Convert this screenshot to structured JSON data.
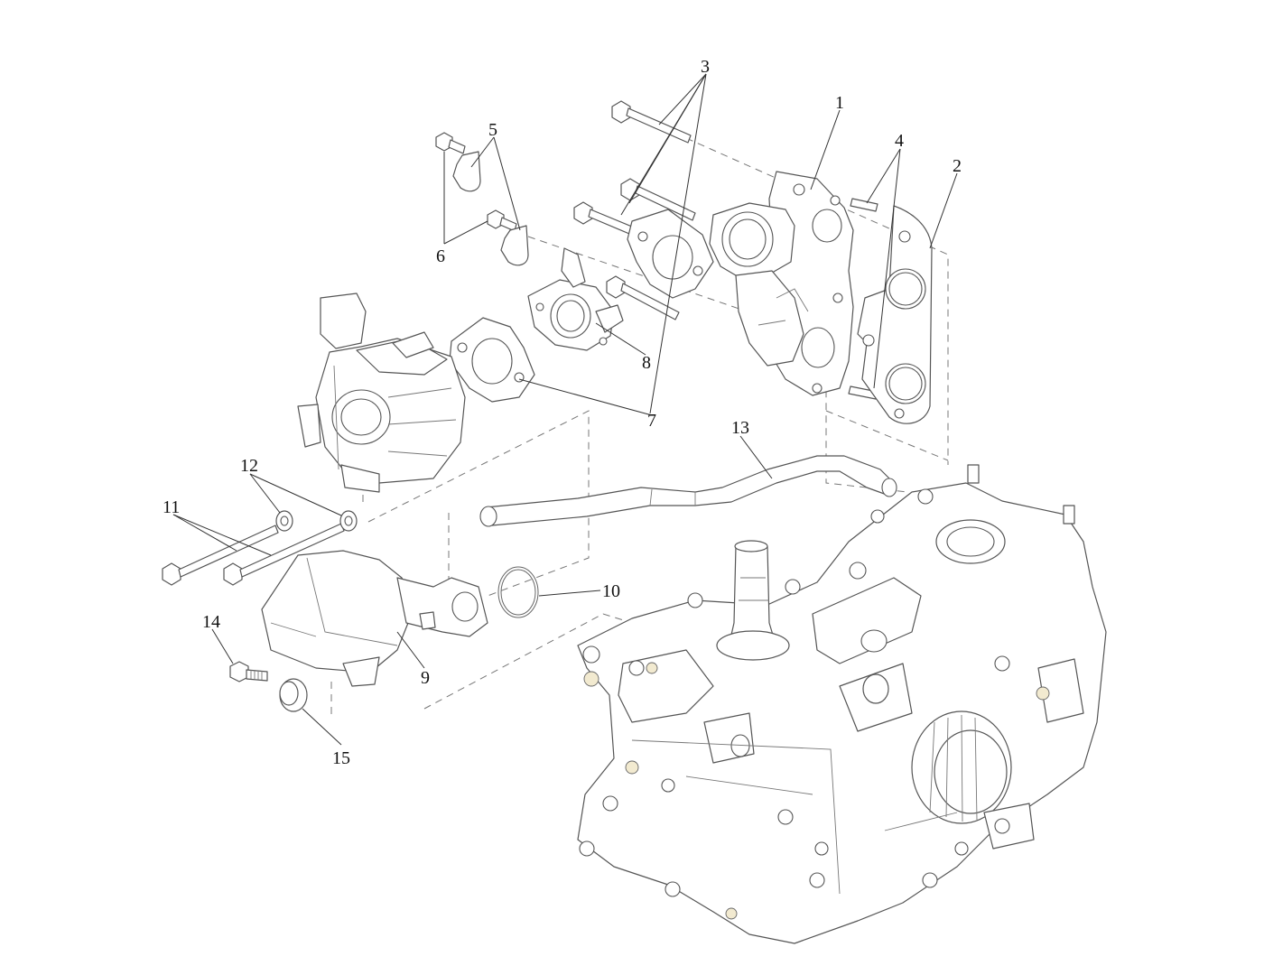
{
  "diagram": {
    "callouts": [
      {
        "id": "1",
        "label": "1"
      },
      {
        "id": "2",
        "label": "2"
      },
      {
        "id": "3",
        "label": "3"
      },
      {
        "id": "4",
        "label": "4"
      },
      {
        "id": "5",
        "label": "5"
      },
      {
        "id": "6",
        "label": "6"
      },
      {
        "id": "7",
        "label": "7"
      },
      {
        "id": "8",
        "label": "8"
      },
      {
        "id": "9",
        "label": "9"
      },
      {
        "id": "10",
        "label": "10"
      },
      {
        "id": "11",
        "label": "11"
      },
      {
        "id": "12",
        "label": "12"
      },
      {
        "id": "13",
        "label": "13"
      },
      {
        "id": "14",
        "label": "14"
      },
      {
        "id": "15",
        "label": "15"
      }
    ],
    "colors": {
      "line": "#555555",
      "background": "#ffffff",
      "highlight": "#f2ead0"
    }
  }
}
